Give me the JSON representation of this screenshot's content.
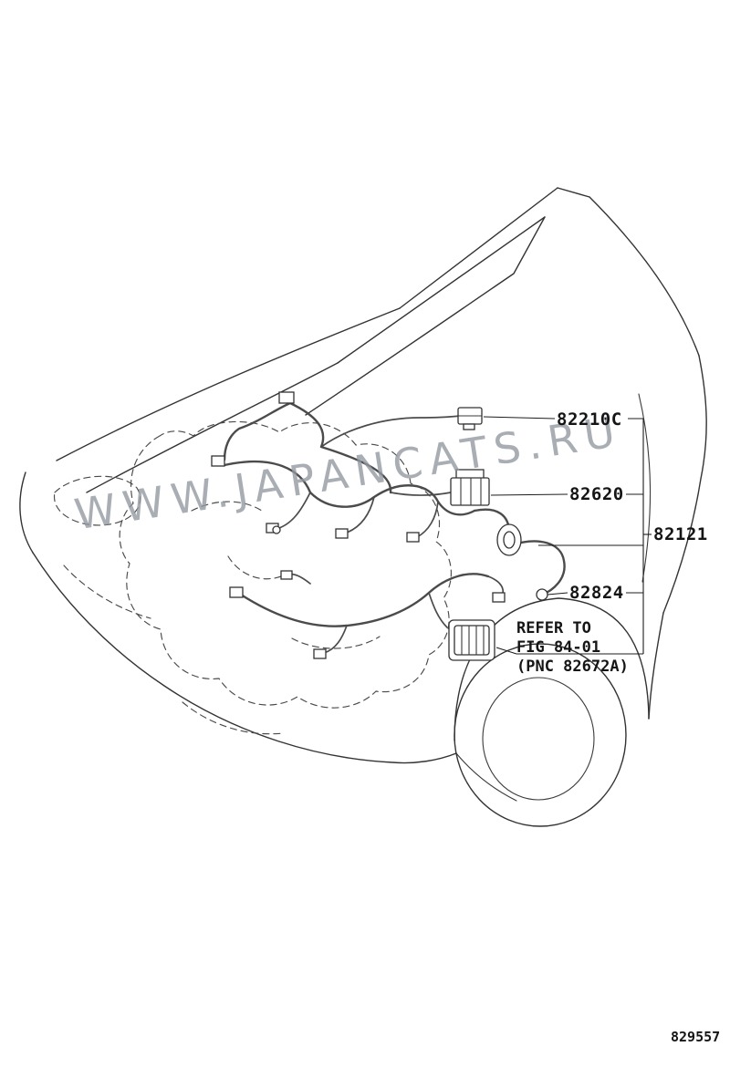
{
  "diagram": {
    "watermark": "WWW.JAPANCATS.RU",
    "figure_number": "829557"
  },
  "labels": {
    "p82210c": "82210C",
    "p82620": "82620",
    "p82121": "82121",
    "p82824": "82824"
  },
  "note": {
    "line1": "REFER TO",
    "line2": "FIG 84-01",
    "line3": "(PNC 82672A)"
  },
  "colors": {
    "background": "#ffffff",
    "outline": "#333333",
    "harness": "#4b4b4b",
    "label_text": "#151515",
    "watermark": "#9298a0"
  }
}
